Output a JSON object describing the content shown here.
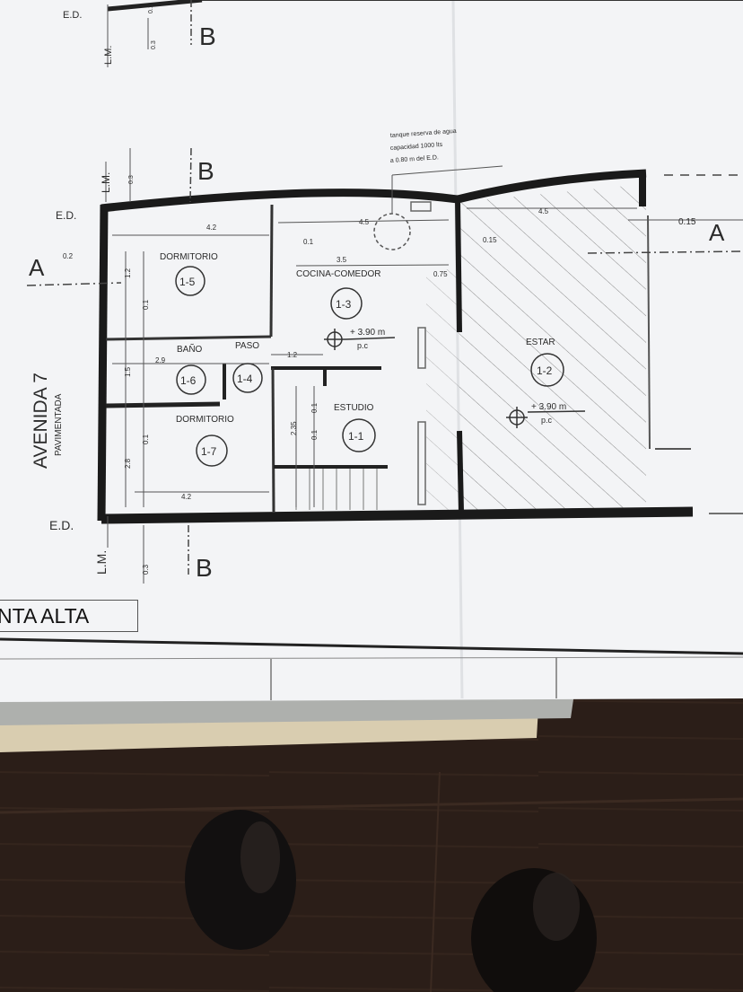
{
  "plan": {
    "street_name": "AVENIDA 7",
    "street_note": "PAVIMENTADA",
    "floor_title": "NTA ALTA",
    "section_a": "A",
    "section_b": "B",
    "ed": "E.D.",
    "lm": "L.M.",
    "tank_note_1": "tanque reserva de agua",
    "tank_note_2": "capacidad 1000 lts",
    "tank_note_3": "a 0.80 m del E.D.",
    "level_1": "+ 3.90 m",
    "level_2": "+ 3.90 m",
    "level_pc": "p.c"
  },
  "rooms": [
    {
      "name": "DORMITORIO",
      "code": "1-5"
    },
    {
      "name": "COCINA-COMEDOR",
      "code": "1-3"
    },
    {
      "name": "BAÑO",
      "code": "1-6"
    },
    {
      "name": "PASO",
      "code": "1-4"
    },
    {
      "name": "DORMITORIO",
      "code": "1-7"
    },
    {
      "name": "ESTUDIO",
      "code": "1-1"
    },
    {
      "name": "ESTAR",
      "code": "1-2"
    }
  ],
  "dims": {
    "d_42_top": "4.2",
    "d_45_mid": "4.5",
    "d_45_right": "4.5",
    "d_01_a": "0.1",
    "d_35": "3.5",
    "d_015_a": "0.15",
    "d_015_b": "0.15",
    "d_075": "0.75",
    "d_02": "0.2",
    "d_12_v": "1.2",
    "d_01_v": "0.1",
    "d_15": "1.5",
    "d_29": "2.9",
    "d_12_h": "1.2",
    "d_28": "2.8",
    "d_01_v2": "0.1",
    "d_235": "2.35",
    "d_01_v3": "0.1",
    "d_01_v4": "0.1",
    "d_42_bot": "4.2",
    "d_03_top": "0.3",
    "d_03_mid": "0.3",
    "d_03_bot": "0.3",
    "d_01_top": "0.1"
  }
}
